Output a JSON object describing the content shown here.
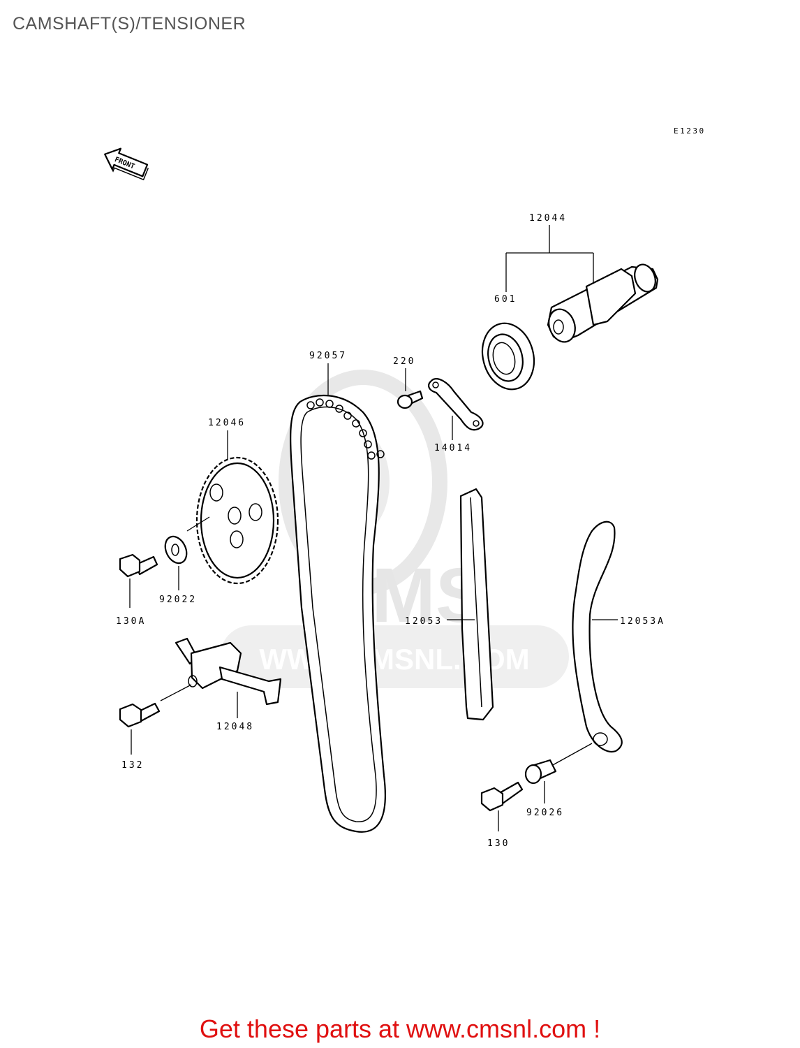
{
  "header": {
    "title": "CAMSHAFT(S)/TENSIONER"
  },
  "diagram": {
    "code": "E1230",
    "front_label": "FRONT",
    "watermark": {
      "text": "WWW.CMSNL.COM",
      "logo": "CMS"
    },
    "parts": [
      {
        "number": "12044"
      },
      {
        "number": "601"
      },
      {
        "number": "92057"
      },
      {
        "number": "220"
      },
      {
        "number": "14014"
      },
      {
        "number": "12046"
      },
      {
        "number": "92022"
      },
      {
        "number": "130A"
      },
      {
        "number": "12053"
      },
      {
        "number": "12053A"
      },
      {
        "number": "12048"
      },
      {
        "number": "132"
      },
      {
        "number": "92026"
      },
      {
        "number": "130"
      }
    ]
  },
  "footer": {
    "cta": "Get these parts at www.cmsnl.com !"
  },
  "colors": {
    "accent": "#e01010",
    "title": "#555555",
    "watermark": "#e6e6e6"
  }
}
